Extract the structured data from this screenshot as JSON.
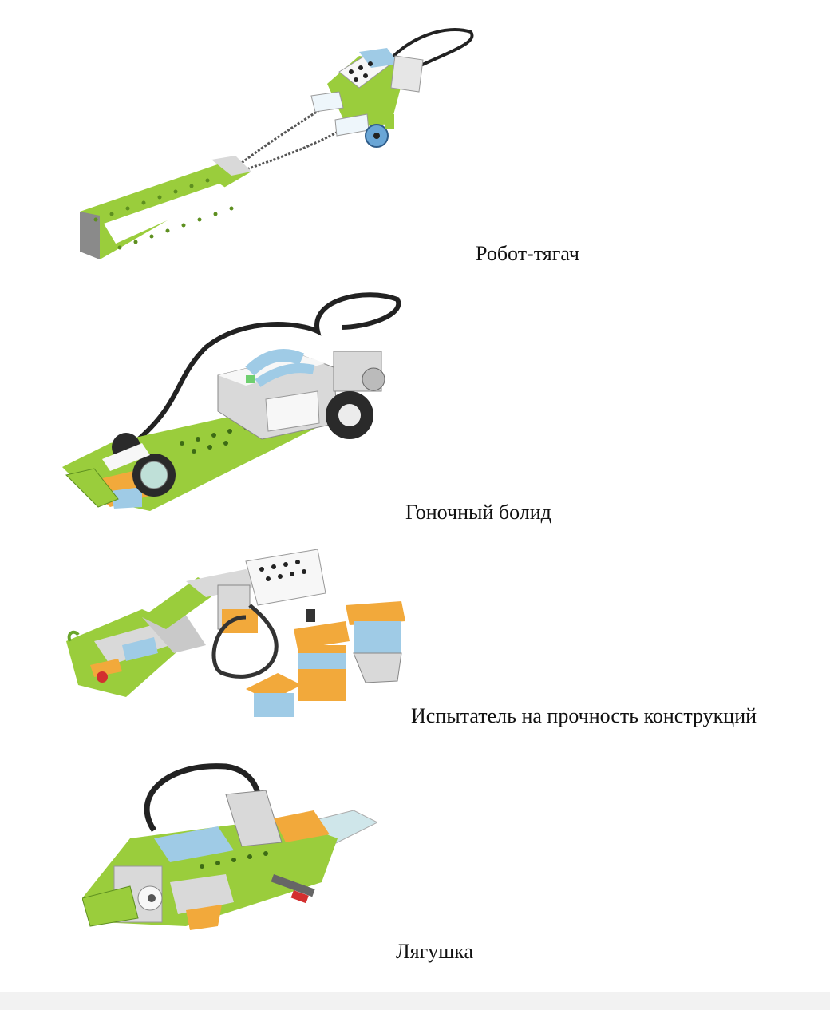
{
  "figures": [
    {
      "caption": "Робот-тягач",
      "illustration": "lego-tow-robot"
    },
    {
      "caption": "Гоночный болид",
      "illustration": "lego-race-car"
    },
    {
      "caption": "Испытатель на прочность конструкций",
      "illustration": "lego-structure-tester"
    },
    {
      "caption": "Лягушка",
      "illustration": "lego-frog"
    }
  ],
  "colors": {
    "lime": "#9acd3c",
    "light-gray": "#d9d9d9",
    "white": "#f7f7f7",
    "dark": "#222222",
    "sky": "#9fcbe6",
    "orange": "#f2a93b",
    "red": "#d32f2f"
  }
}
